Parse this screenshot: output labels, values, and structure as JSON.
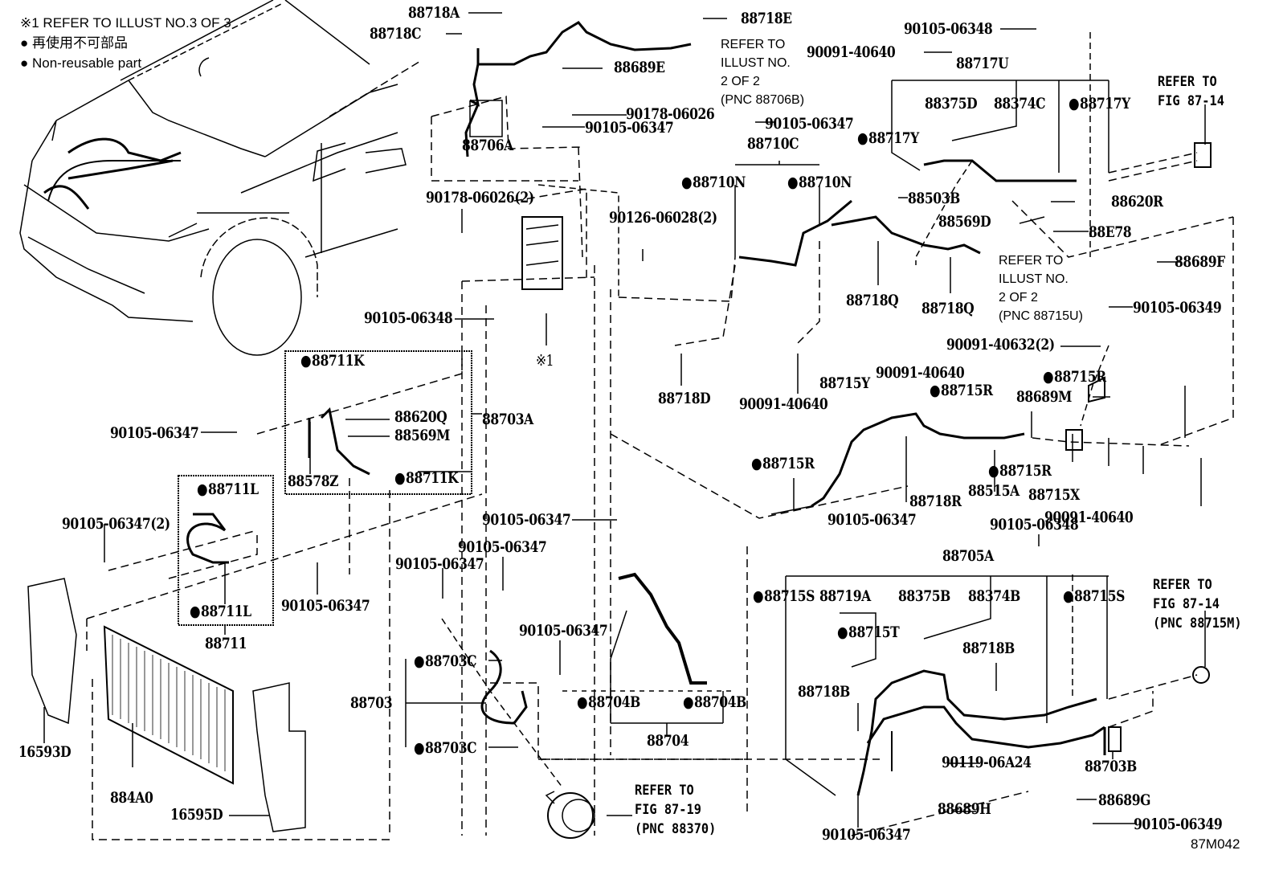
{
  "legend": {
    "note1": "※1 REFER TO ILLUST NO.3 OF 3",
    "nonreusable_jp": "● 再使用不可部品",
    "nonreusable_en": "● Non-reusable part"
  },
  "figure_code": "87M042",
  "refs": {
    "ref_88706B": "REFER TO\nILLUST NO.\n2 OF 2\n(PNC 88706B)",
    "ref_88715U": "REFER TO\nILLUST NO.\n2 OF 2\n(PNC 88715U)",
    "ref_fig8714_top": "REFER TO\nFIG 87-14",
    "ref_fig8714_bottom": "REFER TO\nFIG 87-14\n(PNC 88715M)",
    "ref_fig8719": "REFER TO\nFIG 87-19\n(PNC 88370)",
    "note_marker": "※1"
  },
  "labels": [
    {
      "id": "88718A",
      "text": "88718A",
      "np": false
    },
    {
      "id": "88718C",
      "text": "88718C",
      "np": false
    },
    {
      "id": "88718E",
      "text": "88718E",
      "np": false
    },
    {
      "id": "88689E",
      "text": "88689E",
      "np": false
    },
    {
      "id": "90178-06026",
      "text": "90178-06026",
      "np": false
    },
    {
      "id": "90105-06347-a",
      "text": "90105-06347",
      "np": false
    },
    {
      "id": "88706A",
      "text": "88706A",
      "np": false
    },
    {
      "id": "90105-06348-a",
      "text": "90105-06348",
      "np": false
    },
    {
      "id": "90091-40640-a",
      "text": "90091-40640",
      "np": false
    },
    {
      "id": "88717U",
      "text": "88717U",
      "np": false
    },
    {
      "id": "88375D",
      "text": "88375D",
      "np": false
    },
    {
      "id": "88374C",
      "text": "88374C",
      "np": false
    },
    {
      "id": "88717Y-a",
      "text": "88717Y",
      "np": true
    },
    {
      "id": "88717Y-b",
      "text": "88717Y",
      "np": true
    },
    {
      "id": "90105-06347-b",
      "text": "90105-06347",
      "np": false
    },
    {
      "id": "88710C",
      "text": "88710C",
      "np": false
    },
    {
      "id": "88710N-a",
      "text": "88710N",
      "np": true
    },
    {
      "id": "88710N-b",
      "text": "88710N",
      "np": true
    },
    {
      "id": "88503B",
      "text": "88503B",
      "np": false
    },
    {
      "id": "88620R",
      "text": "88620R",
      "np": false
    },
    {
      "id": "88569D",
      "text": "88569D",
      "np": false
    },
    {
      "id": "88E78",
      "text": "88E78",
      "np": false
    },
    {
      "id": "88689F",
      "text": "88689F",
      "np": false
    },
    {
      "id": "90105-06349-a",
      "text": "90105-06349",
      "np": false
    },
    {
      "id": "88718Q-a",
      "text": "88718Q",
      "np": false
    },
    {
      "id": "88718Q-b",
      "text": "88718Q",
      "np": false
    },
    {
      "id": "90178-06026-2",
      "text": "90178-06026(2)",
      "np": false
    },
    {
      "id": "90126-06028-2",
      "text": "90126-06028(2)",
      "np": false
    },
    {
      "id": "90105-06348-b",
      "text": "90105-06348",
      "np": false
    },
    {
      "id": "88718D",
      "text": "88718D",
      "np": false
    },
    {
      "id": "90091-40640-b",
      "text": "90091-40640",
      "np": false
    },
    {
      "id": "90091-40632-2",
      "text": "90091-40632(2)",
      "np": false
    },
    {
      "id": "90091-40640-c",
      "text": "90091-40640",
      "np": false
    },
    {
      "id": "88715Y",
      "text": "88715Y",
      "np": false
    },
    {
      "id": "88715R-a",
      "text": "88715R",
      "np": true
    },
    {
      "id": "88715R-b",
      "text": "88715R",
      "np": true
    },
    {
      "id": "88715R-c",
      "text": "88715R",
      "np": true
    },
    {
      "id": "88715R-d",
      "text": "88715R",
      "np": true
    },
    {
      "id": "88689M",
      "text": "88689M",
      "np": false
    },
    {
      "id": "88718R",
      "text": "88718R",
      "np": false
    },
    {
      "id": "88515A",
      "text": "88515A",
      "np": false
    },
    {
      "id": "88715X",
      "text": "88715X",
      "np": false
    },
    {
      "id": "90105-06347-c",
      "text": "90105-06347",
      "np": false
    },
    {
      "id": "90091-40640-d",
      "text": "90091-40640",
      "np": false
    },
    {
      "id": "88711K-a",
      "text": "88711K",
      "np": true
    },
    {
      "id": "88711K-b",
      "text": "88711K",
      "np": true
    },
    {
      "id": "88620Q",
      "text": "88620Q",
      "np": false
    },
    {
      "id": "88569M",
      "text": "88569M",
      "np": false
    },
    {
      "id": "88578Z",
      "text": "88578Z",
      "np": false
    },
    {
      "id": "88703A",
      "text": "88703A",
      "np": false
    },
    {
      "id": "90105-06347-d",
      "text": "90105-06347",
      "np": false
    },
    {
      "id": "88711L-a",
      "text": "88711L",
      "np": true
    },
    {
      "id": "88711L-b",
      "text": "88711L",
      "np": true
    },
    {
      "id": "88711",
      "text": "88711",
      "np": false
    },
    {
      "id": "90105-06347-2",
      "text": "90105-06347(2)",
      "np": false
    },
    {
      "id": "90105-06347-e",
      "text": "90105-06347",
      "np": false
    },
    {
      "id": "16593D",
      "text": "16593D",
      "np": false
    },
    {
      "id": "884A0",
      "text": "884A0",
      "np": false
    },
    {
      "id": "16595D",
      "text": "16595D",
      "np": false
    },
    {
      "id": "90105-06347-f",
      "text": "90105-06347",
      "np": false
    },
    {
      "id": "90105-06347-g",
      "text": "90105-06347",
      "np": false
    },
    {
      "id": "90105-06347-h",
      "text": "90105-06347",
      "np": false
    },
    {
      "id": "90105-06347-i",
      "text": "90105-06347",
      "np": false
    },
    {
      "id": "88703C-a",
      "text": "88703C",
      "np": true
    },
    {
      "id": "88703C-b",
      "text": "88703C",
      "np": true
    },
    {
      "id": "88703",
      "text": "88703",
      "np": false
    },
    {
      "id": "88704B-a",
      "text": "88704B",
      "np": true
    },
    {
      "id": "88704B-b",
      "text": "88704B",
      "np": true
    },
    {
      "id": "88704",
      "text": "88704",
      "np": false
    },
    {
      "id": "90105-06348-c",
      "text": "90105-06348",
      "np": false
    },
    {
      "id": "88705A",
      "text": "88705A",
      "np": false
    },
    {
      "id": "88715S-a",
      "text": "88715S",
      "np": true
    },
    {
      "id": "88719A",
      "text": "88719A",
      "np": false
    },
    {
      "id": "88375B",
      "text": "88375B",
      "np": false
    },
    {
      "id": "88374B",
      "text": "88374B",
      "np": false
    },
    {
      "id": "88715S-b",
      "text": "88715S",
      "np": true
    },
    {
      "id": "88715T",
      "text": "88715T",
      "np": true
    },
    {
      "id": "88718B-a",
      "text": "88718B",
      "np": false
    },
    {
      "id": "88718B-b",
      "text": "88718B",
      "np": false
    },
    {
      "id": "90119-06A24",
      "text": "90119-06A24",
      "np": false
    },
    {
      "id": "88703B",
      "text": "88703B",
      "np": false
    },
    {
      "id": "88689G",
      "text": "88689G",
      "np": false
    },
    {
      "id": "88689H",
      "text": "88689H",
      "np": false
    },
    {
      "id": "90105-06349-b",
      "text": "90105-06349",
      "np": false
    },
    {
      "id": "90105-06347-j",
      "text": "90105-06347",
      "np": false
    }
  ]
}
